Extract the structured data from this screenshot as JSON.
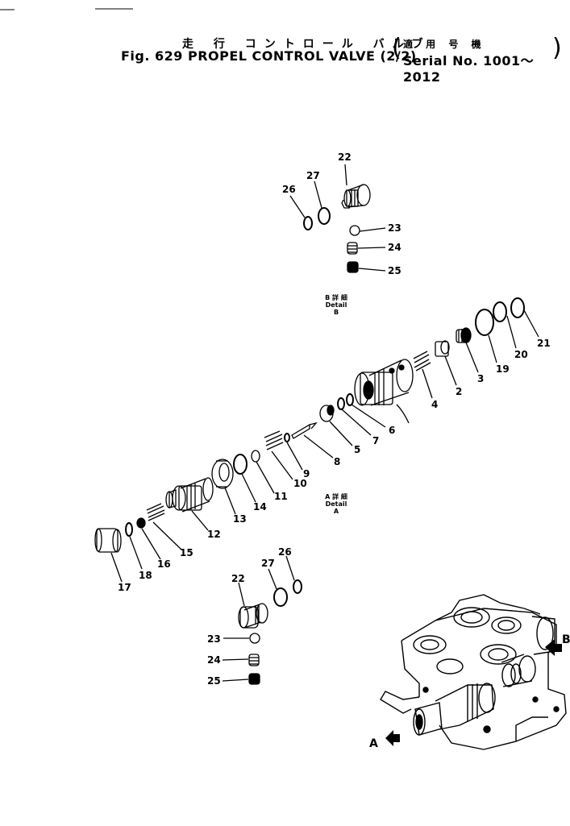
{
  "header": {
    "title_jp": "走 行 コントロール バルブ",
    "title_en": "Fig. 629  PROPEL CONTROL VALVE (2/2)",
    "serial_jp": "適 用 号 機",
    "serial_en": "Serial No. 1001～2012"
  },
  "details": {
    "detail_b_jp": "B 詳 細",
    "detail_b_en": "Detail B",
    "detail_a_jp": "A 詳 細",
    "detail_a_en": "Detail A"
  },
  "view_arrows": {
    "a": "A",
    "b": "B"
  },
  "callouts_detail_b": [
    "22",
    "27",
    "26",
    "23",
    "24",
    "25"
  ],
  "callouts_main": [
    "21",
    "20",
    "19",
    "3",
    "2",
    "4",
    "6",
    "7",
    "5",
    "8",
    "9",
    "10",
    "11",
    "14",
    "13",
    "12",
    "15",
    "16",
    "18",
    "17"
  ],
  "callouts_lower": [
    "22",
    "27",
    "26",
    "23",
    "24",
    "25"
  ]
}
